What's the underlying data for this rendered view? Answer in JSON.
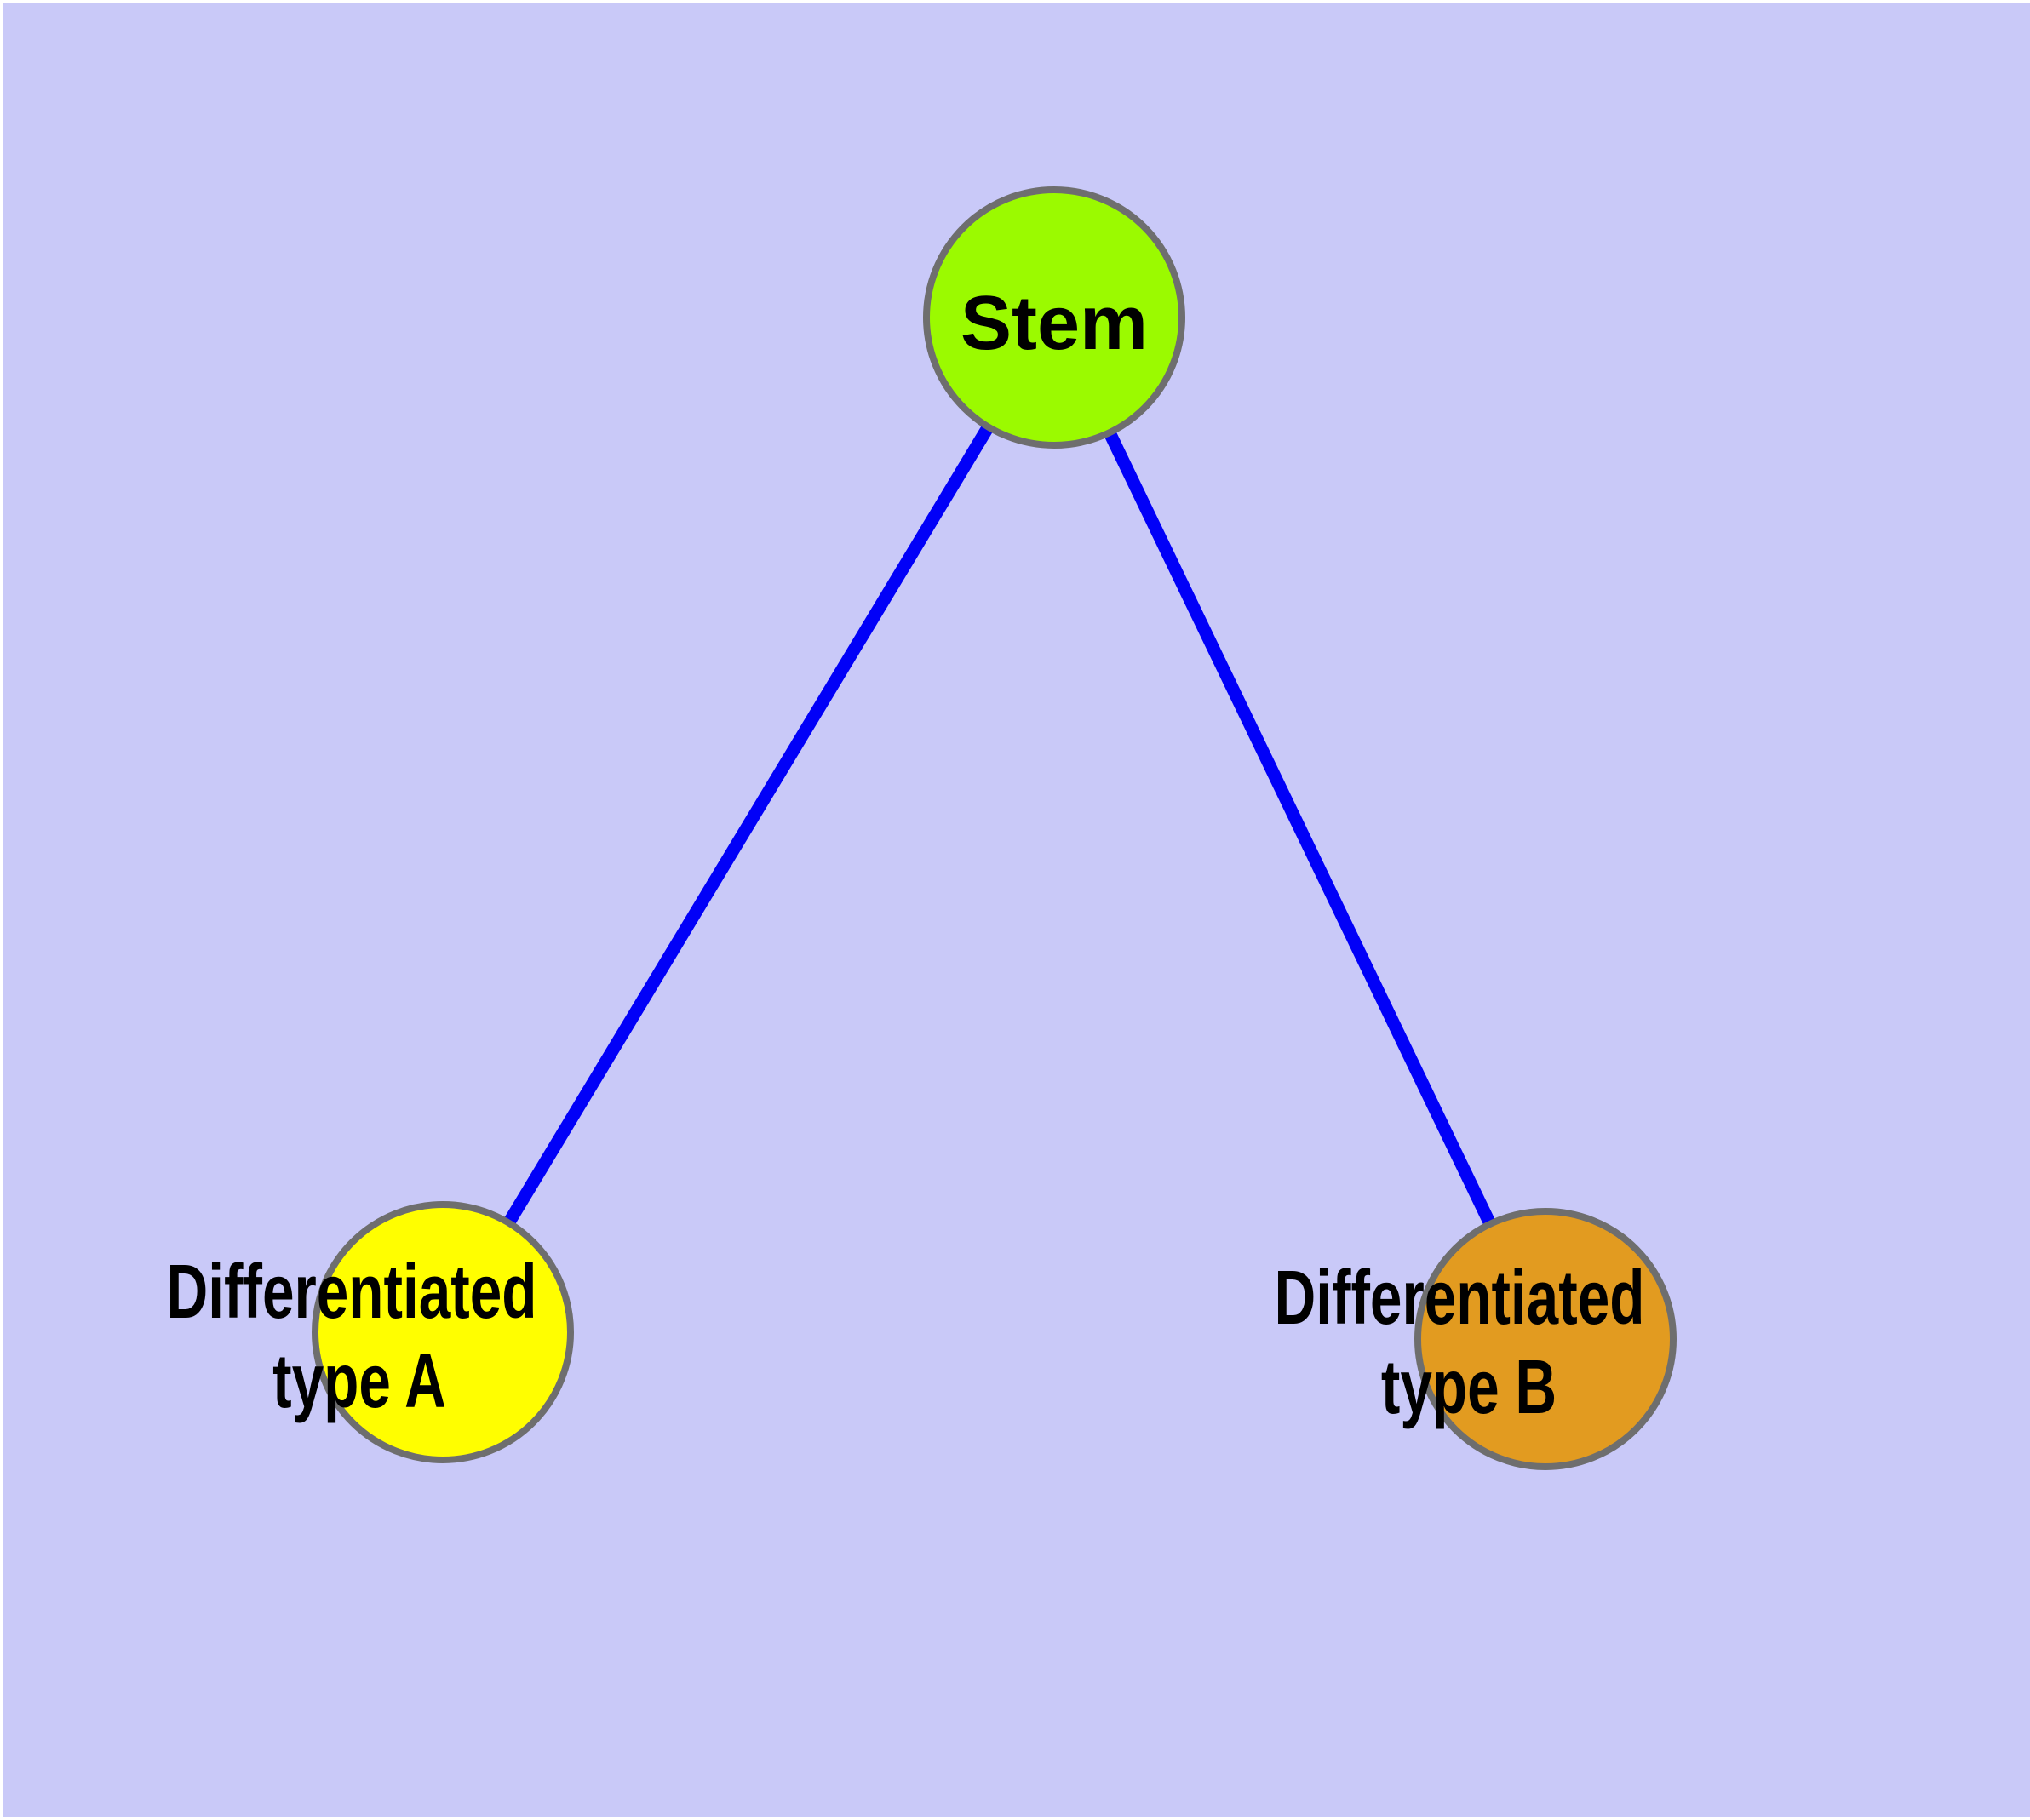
{
  "figure": {
    "background_color": "#c9c9f8",
    "margin_color": "#ffffff"
  },
  "graph": {
    "nodes": [
      {
        "id": "stem",
        "label": "Stem",
        "fill": "#9bfa00",
        "stroke": "#6e6e6e",
        "label_color": "#000000"
      },
      {
        "id": "differentiated-type-a",
        "label": "Differentiated type A",
        "label_lines": [
          "Differentiated",
          "type A"
        ],
        "fill": "#fffe00",
        "stroke": "#6e6e6e",
        "label_color": "#000000"
      },
      {
        "id": "differentiated-type-b",
        "label": "Differentiated type B",
        "label_lines": [
          "Differentiated",
          "type B"
        ],
        "fill": "#e29b20",
        "stroke": "#6e6e6e",
        "label_color": "#000000"
      }
    ],
    "edges": [
      {
        "from": "stem",
        "to": "differentiated-type-a",
        "color": "#0100f8"
      },
      {
        "from": "stem",
        "to": "differentiated-type-b",
        "color": "#0100f8"
      }
    ]
  }
}
